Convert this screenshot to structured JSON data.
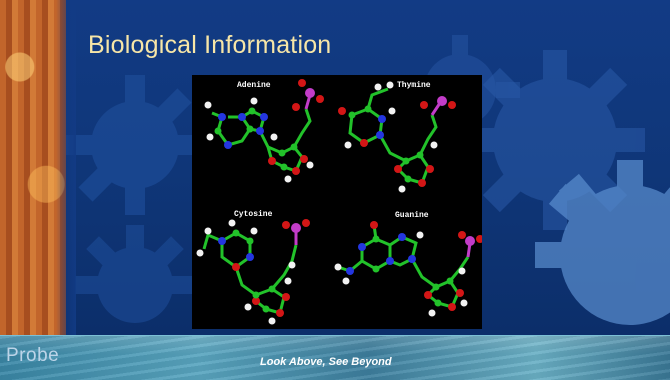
{
  "slide": {
    "title": "Biological Information",
    "brand": "Probe",
    "tagline": "Look Above, See Beyond"
  },
  "molecules": [
    {
      "name": "Adenine"
    },
    {
      "name": "Thymine"
    },
    {
      "name": "Cytosine"
    },
    {
      "name": "Guanine"
    }
  ],
  "colors": {
    "title": "#f7e6a7",
    "background": "#123b85",
    "panel": "#000000",
    "carbon": "#22c22a",
    "nitrogen": "#2436e0",
    "oxygen": "#d31616",
    "hydrogen": "#f2f2f2",
    "phosphorus": "#c23cc8"
  }
}
